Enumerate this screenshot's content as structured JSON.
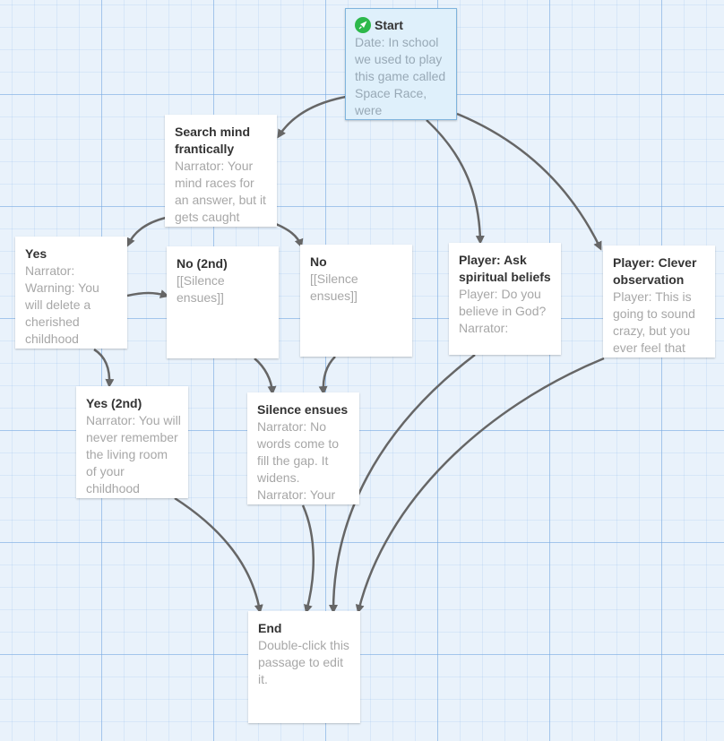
{
  "passages": {
    "start": {
      "title": "Start",
      "excerpt": "Date: In school we used to play this game called Space Race, were",
      "icon": "rocket-icon"
    },
    "search_mind": {
      "title": "Search mind frantically",
      "excerpt": "Narrator: Your mind races for an answer, but it gets caught"
    },
    "yes": {
      "title": "Yes",
      "excerpt": "Narrator: Warning: You will delete a cherished childhood"
    },
    "no_2nd": {
      "title": "No (2nd)",
      "excerpt": "[[Silence ensues]]"
    },
    "no": {
      "title": "No",
      "excerpt": "[[Silence ensues]]"
    },
    "ask_spiritual": {
      "title": "Player: Ask spiritual beliefs",
      "excerpt": "Player: Do you believe in God? Narrator:"
    },
    "clever_observation": {
      "title": "Player: Clever observation",
      "excerpt": "Player: This is going to sound crazy, but you ever feel that"
    },
    "yes_2nd": {
      "title": "Yes (2nd)",
      "excerpt": "Narrator: You will never remember the living room of your childhood"
    },
    "silence_ensues": {
      "title": "Silence ensues",
      "excerpt": "Narrator: No words come to fill the gap. It widens. Narrator: Your"
    },
    "end": {
      "title": "End",
      "excerpt": "Double-click this passage to edit it."
    }
  },
  "colors": {
    "link": "#666666",
    "start_badge": "#2db84b"
  }
}
